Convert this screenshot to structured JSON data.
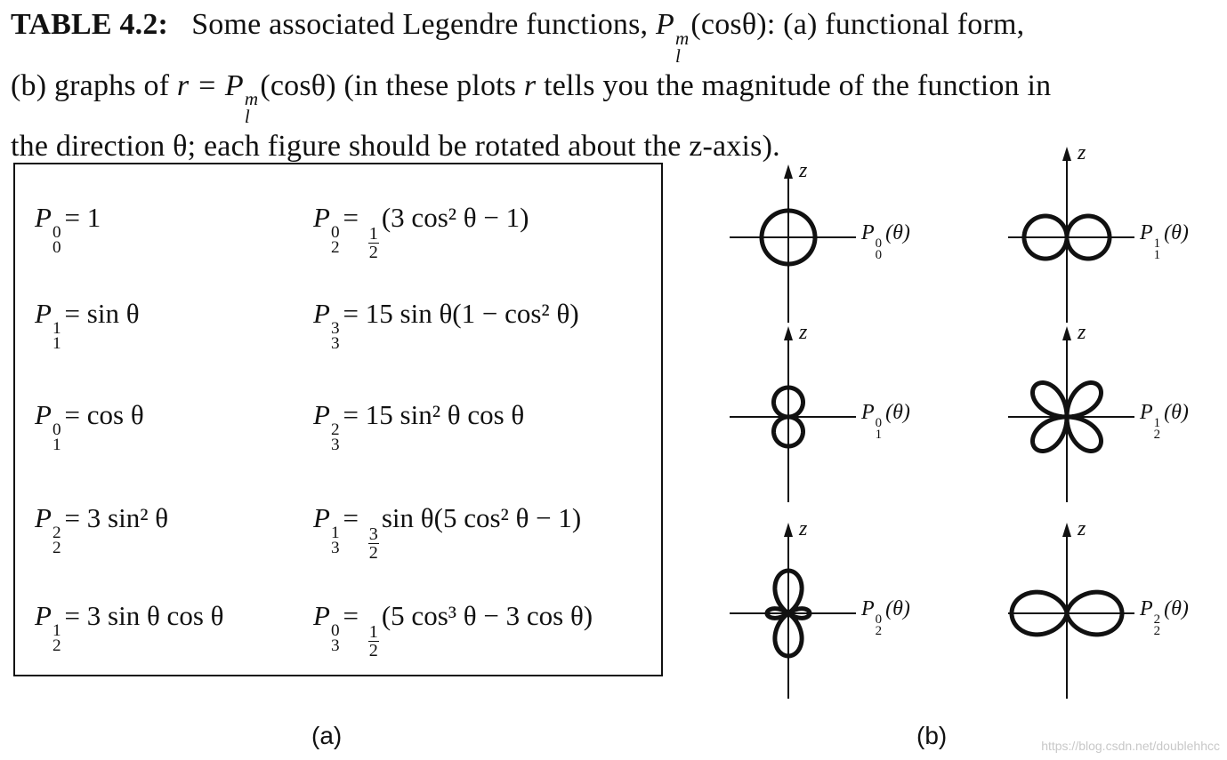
{
  "caption": {
    "label": "TABLE 4.2:",
    "line1_text": "Some associated Legendre functions,",
    "line1_func_tail": "(cosθ): (a) functional form,",
    "line2_start": "(b) graphs of",
    "line2_eq": "r =",
    "line2_func_tail": "(cosθ) (in these plots",
    "line2_r": "r",
    "line2_end": "tells you the magnitude of the function in",
    "line3": "the direction θ; each figure should be rotated about the z-axis).",
    "P_sup": "m",
    "P_sub": "l"
  },
  "table_a": {
    "formulas": [
      {
        "sup": "0",
        "sub": "0",
        "rhs": "= 1"
      },
      {
        "sup": "1",
        "sub": "1",
        "rhs": "= sin θ"
      },
      {
        "sup": "0",
        "sub": "1",
        "rhs": "= cos θ"
      },
      {
        "sup": "2",
        "sub": "2",
        "rhs": "= 3 sin² θ"
      },
      {
        "sup": "1",
        "sub": "2",
        "rhs": "= 3 sin θ  cos θ"
      },
      {
        "sup": "0",
        "sub": "2",
        "rhs_pre": "=",
        "frac_num": "1",
        "frac_den": "2",
        "rhs": "(3 cos² θ − 1)"
      },
      {
        "sup": "3",
        "sub": "3",
        "rhs": "= 15 sin θ(1 − cos² θ)"
      },
      {
        "sup": "2",
        "sub": "3",
        "rhs": "= 15 sin² θ  cos θ"
      },
      {
        "sup": "1",
        "sub": "3",
        "rhs_pre": "=",
        "frac_num": "3",
        "frac_den": "2",
        "rhs": "sin θ(5 cos² θ − 1)"
      },
      {
        "sup": "0",
        "sub": "3",
        "rhs_pre": "=",
        "frac_num": "1",
        "frac_den": "2",
        "rhs": "(5 cos³ θ − 3 cos θ)"
      }
    ],
    "sub_label": "(a)"
  },
  "plots_b": {
    "axis_label": "z",
    "items": [
      {
        "name": "P00",
        "label_sup": "0",
        "label_sub": "0",
        "label_tail": "(θ)"
      },
      {
        "name": "P11",
        "label_sup": "1",
        "label_sub": "1",
        "label_tail": "(θ)"
      },
      {
        "name": "P10",
        "label_sup": "0",
        "label_sub": "1",
        "label_tail": "(θ)"
      },
      {
        "name": "P21",
        "label_sup": "1",
        "label_sub": "2",
        "label_tail": "(θ)"
      },
      {
        "name": "P20",
        "label_sup": "0",
        "label_sub": "2",
        "label_tail": "(θ)"
      },
      {
        "name": "P22",
        "label_sup": "2",
        "label_sub": "2",
        "label_tail": "(θ)"
      }
    ],
    "sub_label": "(b)"
  },
  "watermark": "https://blog.csdn.net/doublehhcc"
}
